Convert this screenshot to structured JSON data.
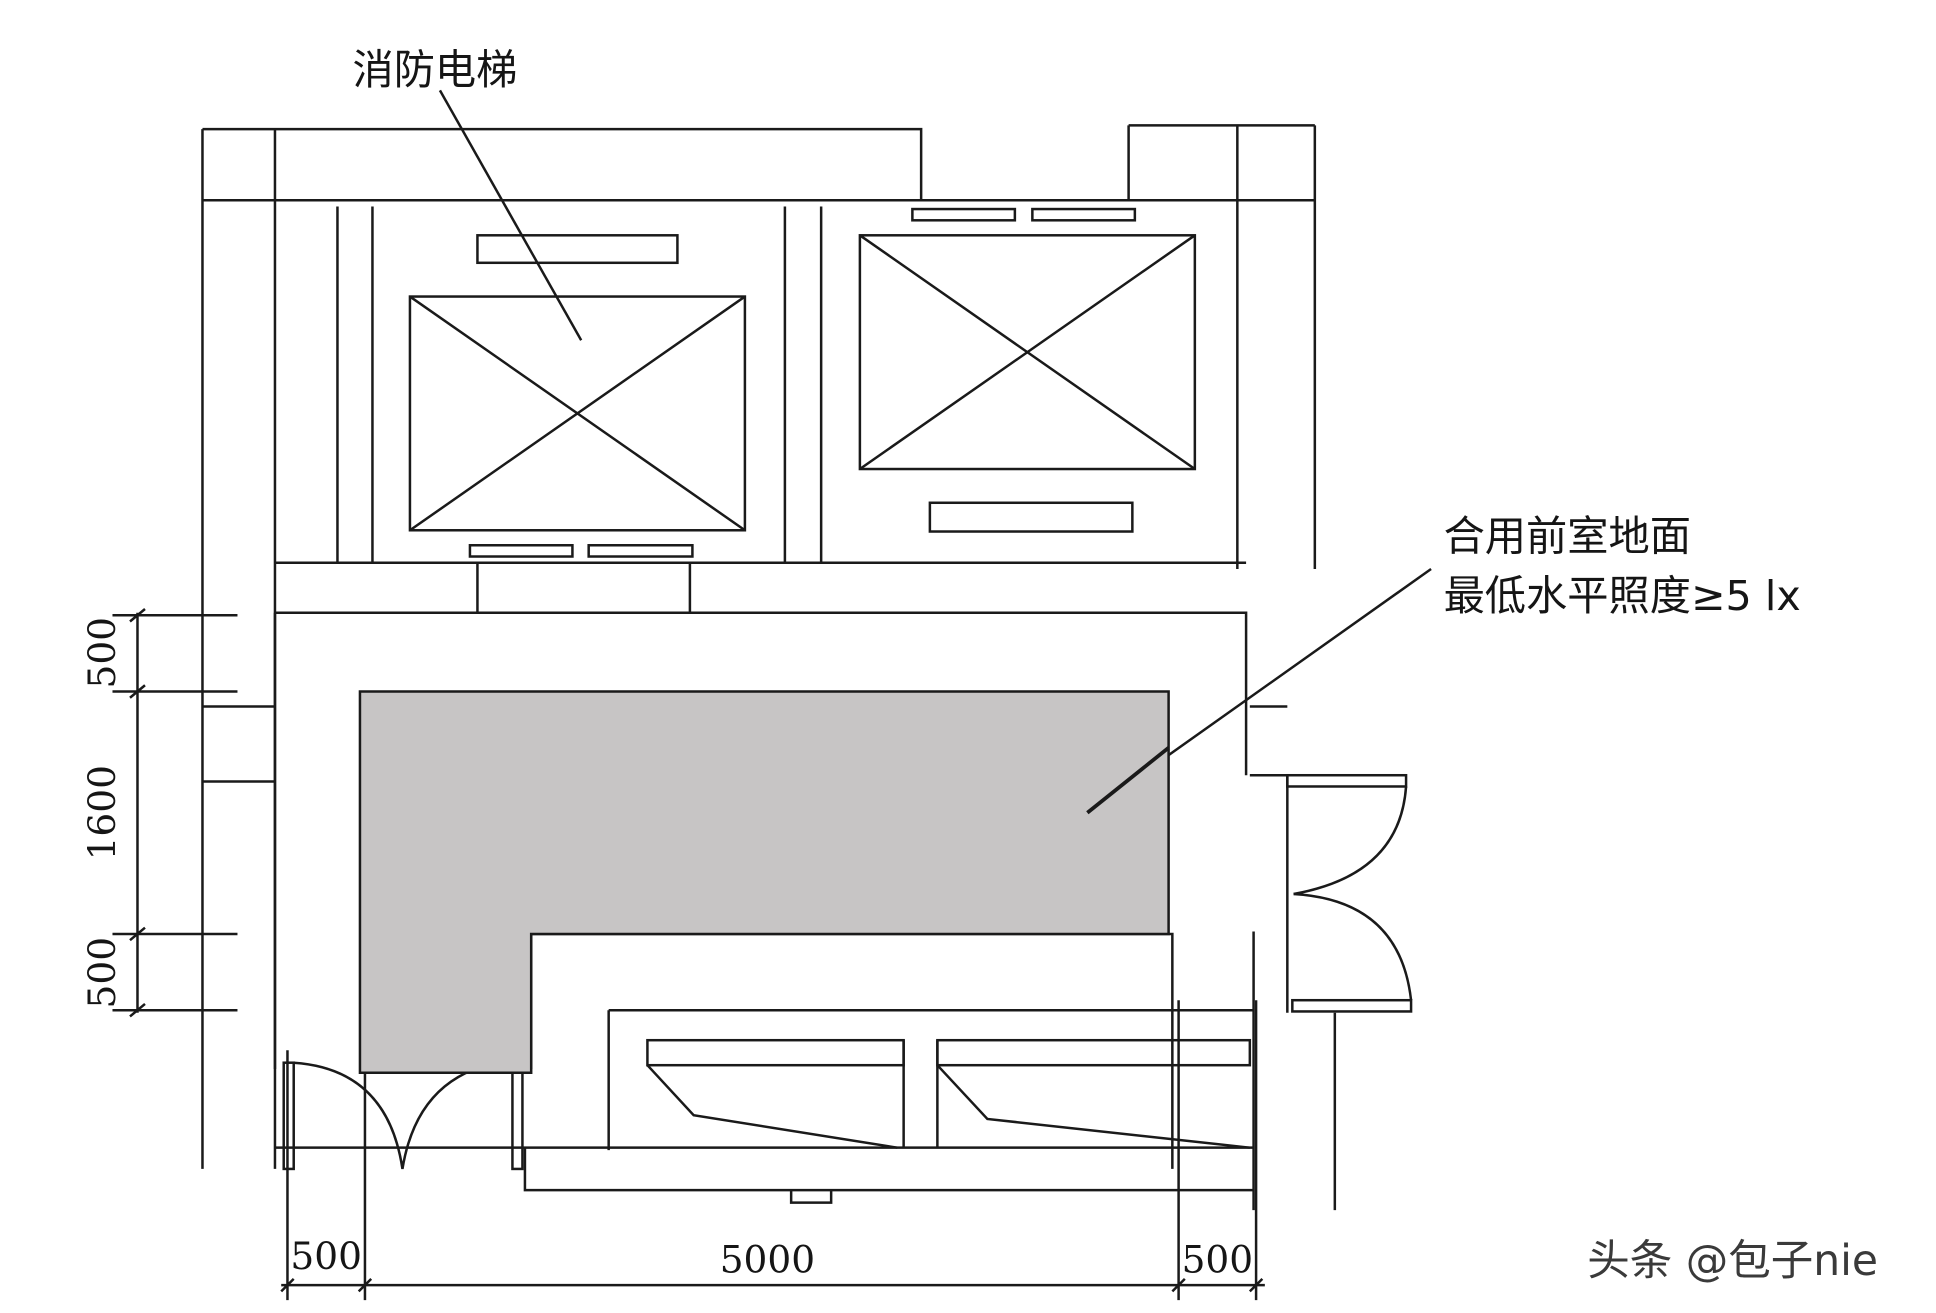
{
  "labels": {
    "fire_elevator": "消防电梯",
    "lobby_line1": "合用前室地面",
    "lobby_line2": "最低水平照度≥5 lx"
  },
  "dimensions": {
    "vertical": [
      "500",
      "1600",
      "500"
    ],
    "horizontal": [
      "500",
      "5000",
      "500"
    ]
  },
  "watermark": "头条 @包子nie",
  "colors": {
    "line": "#1a1a1a",
    "shaded_area": "#c7c5c5",
    "background": "#ffffff"
  }
}
